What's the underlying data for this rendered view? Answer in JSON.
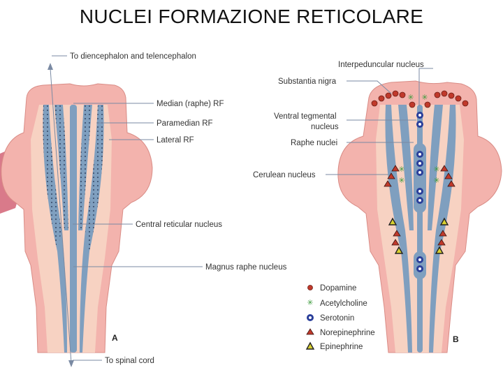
{
  "title": "NUCLEI FORMAZIONE RETICOLARE",
  "panel_a": {
    "letter": "A",
    "labels": {
      "diencephalon": "To diencephalon and telencephalon",
      "median": "Median (raphe) RF",
      "paramedian": "Paramedian RF",
      "lateral": "Lateral RF",
      "central": "Central reticular nucleus",
      "magnus": "Magnus raphe nucleus",
      "spinal": "To spinal cord"
    }
  },
  "panel_b": {
    "letter": "B",
    "labels": {
      "interpeduncular": "Interpeduncular nucleus",
      "substantia": "Substantia nigra",
      "ventral_1": "Ventral tegmental",
      "ventral_2": "nucleus",
      "raphe": "Raphe nuclei",
      "cerulean": "Cerulean nucleus"
    },
    "legend": [
      {
        "label": "Dopamine",
        "symbol": "dot",
        "color": "#c0392b"
      },
      {
        "label": "Acetylcholine",
        "symbol": "star",
        "color": "#3a9a3a"
      },
      {
        "label": "Serotonin",
        "symbol": "ring",
        "color": "#2a3f9a"
      },
      {
        "label": "Norepinephrine",
        "symbol": "triangle",
        "color": "#c0392b"
      },
      {
        "label": "Epinephrine",
        "symbol": "triangle",
        "color": "#c9c020"
      }
    ]
  },
  "colors": {
    "tissue_outer": "#f3b3ad",
    "tissue_inner": "#f7d2c2",
    "column_blue": "#7f9fbf",
    "line": "#7a8aa3"
  }
}
